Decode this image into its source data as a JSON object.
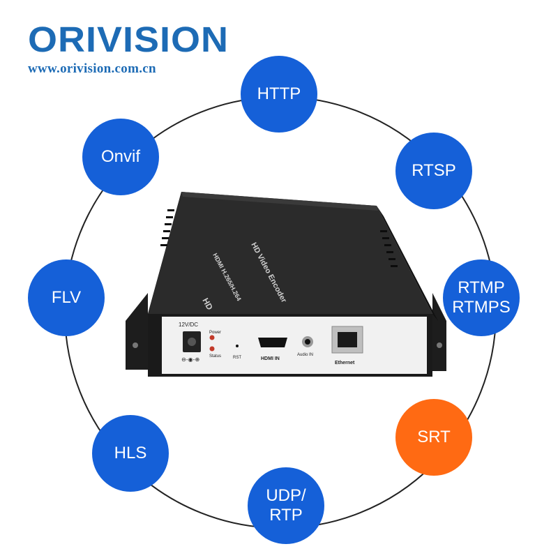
{
  "brand": {
    "name": "ORIVISION",
    "url": "www.orivision.com.cn"
  },
  "colors": {
    "brand": "#1d6bb5",
    "bubble": "#1560d8",
    "highlight": "#ff6a13"
  },
  "protocols": [
    {
      "id": "http",
      "lines": [
        "HTTP"
      ],
      "highlight": false
    },
    {
      "id": "rtsp",
      "lines": [
        "RTSP"
      ],
      "highlight": false
    },
    {
      "id": "rtmp",
      "lines": [
        "RTMP",
        "RTMPS"
      ],
      "highlight": false
    },
    {
      "id": "srt",
      "lines": [
        "SRT"
      ],
      "highlight": true
    },
    {
      "id": "udp",
      "lines": [
        "UDP/",
        "RTP"
      ],
      "highlight": false
    },
    {
      "id": "hls",
      "lines": [
        "HLS"
      ],
      "highlight": false
    },
    {
      "id": "flv",
      "lines": [
        "FLV"
      ],
      "highlight": false
    },
    {
      "id": "onvif",
      "lines": [
        "Onvif"
      ],
      "highlight": false
    }
  ],
  "device": {
    "top_label": "HD Video Encoder",
    "side_label": "HDMI H.265/H.264",
    "hd_badge": "HD",
    "ports": {
      "power_in": "12V/DC",
      "led_power": "Power",
      "led_status": "Status",
      "reset": "RST",
      "hdmi": "HDMI IN",
      "audio": "Audio IN",
      "ethernet": "Ethernet",
      "polarity": "⊖-◉-⊕"
    }
  }
}
